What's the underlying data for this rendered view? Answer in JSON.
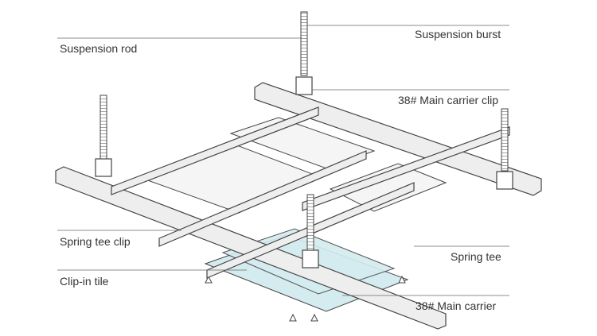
{
  "labels": {
    "suspension_burst": "Suspension burst",
    "suspension_rod": "Suspension rod",
    "main_carrier_clip": "38# Main carrier clip",
    "spring_tee_clip": "Spring tee clip",
    "spring_tee": "Spring tee",
    "clip_in_tile": "Clip-in tile",
    "main_carrier": "38# Main carrier"
  },
  "colors": {
    "line": "#444444",
    "rail_fill": "#eeeeee",
    "panel_fill": "#f5f5f5",
    "tile_fill": "#d4ecef",
    "text": "#333333"
  }
}
